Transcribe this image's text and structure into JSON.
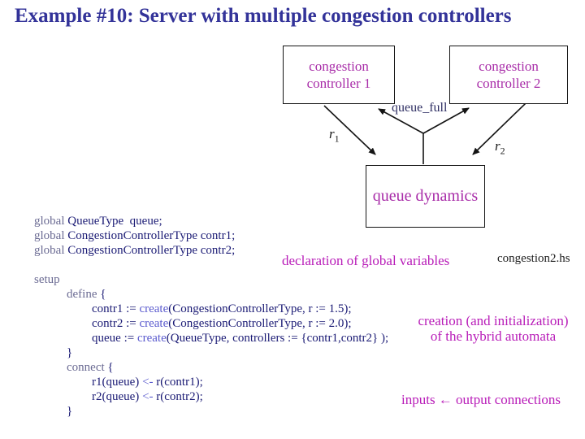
{
  "title": "Example #10: Server with multiple congestion controllers",
  "colors": {
    "title": "#333399",
    "box_text": "#a82ca8",
    "annotation": "#b81cb8",
    "code": "#1b1b75",
    "keyword": "#6b6b93",
    "builtin": "#5a5ace",
    "signal_label": "#2d2d62",
    "line": "#141414"
  },
  "diagram": {
    "box1": {
      "line1": "congestion",
      "line2": "controller 1"
    },
    "box2": {
      "line1": "congestion",
      "line2": "controller 2"
    },
    "queue_box": "queue dynamics",
    "queue_full": "queue_full",
    "r1": {
      "base": "r",
      "sub": "1"
    },
    "r2": {
      "base": "r",
      "sub": "2"
    }
  },
  "code": {
    "lines": [
      {
        "indent": 0,
        "segments": [
          {
            "c": "kw",
            "t": "global "
          },
          {
            "c": "code",
            "t": "QueueType  queue;"
          }
        ]
      },
      {
        "indent": 0,
        "segments": [
          {
            "c": "kw",
            "t": "global "
          },
          {
            "c": "code",
            "t": "CongestionControllerType contr1;"
          }
        ]
      },
      {
        "indent": 0,
        "segments": [
          {
            "c": "kw",
            "t": "global "
          },
          {
            "c": "code",
            "t": "CongestionControllerType contr2;"
          }
        ]
      },
      {
        "blank": true
      },
      {
        "indent": 0,
        "segments": [
          {
            "c": "kw",
            "t": "setup"
          }
        ]
      },
      {
        "indent": 1,
        "segments": [
          {
            "c": "kw",
            "t": "define "
          },
          {
            "c": "code",
            "t": "{"
          }
        ]
      },
      {
        "indent": 2,
        "segments": [
          {
            "c": "code",
            "t": "contr1 := "
          },
          {
            "c": "builtin",
            "t": "create"
          },
          {
            "c": "code",
            "t": "(CongestionControllerType, r := 1.5);"
          }
        ]
      },
      {
        "indent": 2,
        "segments": [
          {
            "c": "code",
            "t": "contr2 := "
          },
          {
            "c": "builtin",
            "t": "create"
          },
          {
            "c": "code",
            "t": "(CongestionControllerType, r := 2.0);"
          }
        ]
      },
      {
        "indent": 2,
        "segments": [
          {
            "c": "code",
            "t": "queue := "
          },
          {
            "c": "builtin",
            "t": "create"
          },
          {
            "c": "code",
            "t": "(QueueType, controllers := {contr1,contr2} );"
          }
        ]
      },
      {
        "indent": 1,
        "segments": [
          {
            "c": "code",
            "t": "}"
          }
        ]
      },
      {
        "indent": 1,
        "segments": [
          {
            "c": "kw",
            "t": "connect "
          },
          {
            "c": "code",
            "t": "{"
          }
        ]
      },
      {
        "indent": 2,
        "segments": [
          {
            "c": "code",
            "t": "r1(queue) "
          },
          {
            "c": "builtin",
            "t": "<- "
          },
          {
            "c": "code",
            "t": "r(contr1);"
          }
        ]
      },
      {
        "indent": 2,
        "segments": [
          {
            "c": "code",
            "t": "r2(queue) "
          },
          {
            "c": "builtin",
            "t": "<- "
          },
          {
            "c": "code",
            "t": "r(contr2);"
          }
        ]
      },
      {
        "indent": 1,
        "segments": [
          {
            "c": "code",
            "t": "}"
          }
        ]
      }
    ]
  },
  "annotations": {
    "declaration": "declaration of global variables",
    "filename": "congestion2.hs",
    "creation_line1": "creation (and initialization)",
    "creation_line2": "of the hybrid automata",
    "inputs": "inputs ← output connections"
  }
}
